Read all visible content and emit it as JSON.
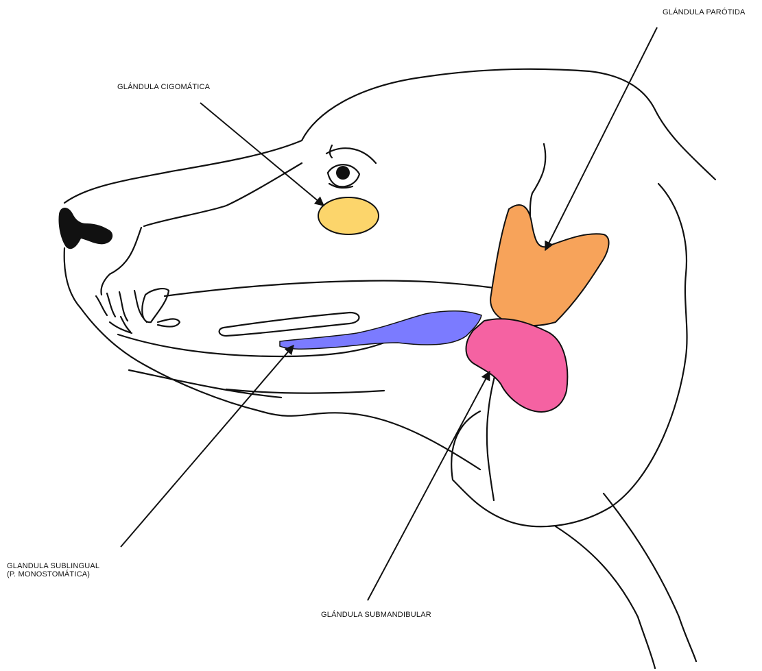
{
  "labels": {
    "zygomatic": "GLÁNDULA CIGOMÁTICA",
    "parotid": "GLÁNDULA PARÓTIDA",
    "sublingual_line1": "GLANDULA SUBLINGUAL",
    "sublingual_line2": "(P. MONOSTOMÁTICA)",
    "submandibular": "GLÁNDULA SUBMANDIBULAR"
  },
  "colors": {
    "zygomatic": "#fcd56b",
    "parotid": "#f7a35a",
    "sublingual": "#7b7bff",
    "submandibular": "#f562a2",
    "outline": "#111111"
  }
}
